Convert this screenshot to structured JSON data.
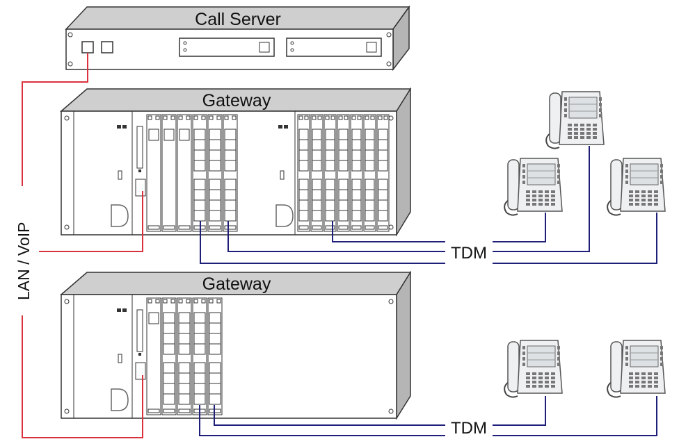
{
  "diagram": {
    "call_server": {
      "label": "Call Server"
    },
    "gateways": [
      {
        "label": "Gateway"
      },
      {
        "label": "Gateway"
      }
    ],
    "network_label": "LAN / VoIP",
    "tdm_labels": [
      "TDM",
      "TDM"
    ],
    "phones": {
      "group_top_count": 3,
      "group_bottom_count": 2
    },
    "colors": {
      "lan_line": "#d9323c",
      "tdm_line": "#1f1f7a",
      "equipment_fill": "#ffffff",
      "equipment_shade": "#c9c9c9",
      "equipment_stroke": "#333333",
      "phone_fill": "#eef0f2"
    }
  }
}
